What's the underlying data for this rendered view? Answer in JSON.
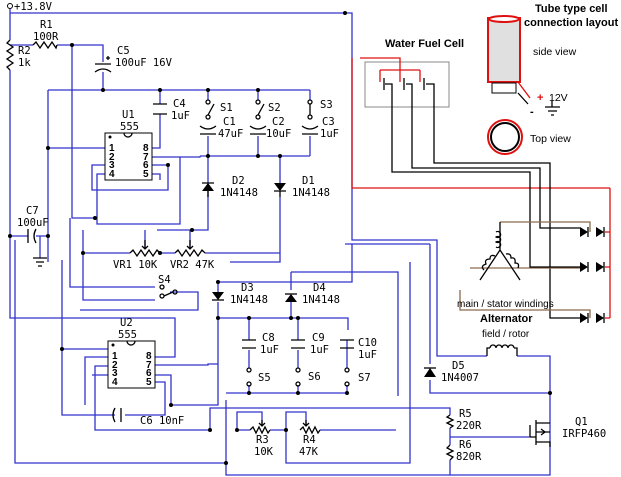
{
  "supply": "+13.8V",
  "components": {
    "R1": {
      "ref": "R1",
      "value": "100R"
    },
    "R2": {
      "ref": "R2",
      "value": "1k"
    },
    "C5": {
      "ref": "C5",
      "value": "100uF 16V"
    },
    "C4": {
      "ref": "C4",
      "value": "1uF"
    },
    "U1": {
      "ref": "U1",
      "value": "555"
    },
    "S1": {
      "ref": "S1"
    },
    "S2": {
      "ref": "S2"
    },
    "S3": {
      "ref": "S3"
    },
    "C1": {
      "ref": "C1",
      "value": "47uF"
    },
    "C2": {
      "ref": "C2",
      "value": "10uF"
    },
    "C3": {
      "ref": "C3",
      "value": "1uF"
    },
    "D1": {
      "ref": "D1",
      "value": "1N4148"
    },
    "D2": {
      "ref": "D2",
      "value": "1N4148"
    },
    "C7": {
      "ref": "C7",
      "value": "100uF"
    },
    "VR1": {
      "label": "VR1 10K"
    },
    "VR2": {
      "label": "VR2 47K"
    },
    "S4": {
      "ref": "S4"
    },
    "D3": {
      "ref": "D3",
      "value": "1N4148"
    },
    "D4": {
      "ref": "D4",
      "value": "1N4148"
    },
    "U2": {
      "ref": "U2",
      "value": "555"
    },
    "C8": {
      "ref": "C8",
      "value": "1uF"
    },
    "C9": {
      "ref": "C9",
      "value": "1uF"
    },
    "C10": {
      "ref": "C10",
      "value": "1uF"
    },
    "S5": {
      "ref": "S5"
    },
    "S6": {
      "ref": "S6"
    },
    "S7": {
      "ref": "S7"
    },
    "C6": {
      "label": "C6  10nF"
    },
    "R3": {
      "ref": "R3",
      "value": "10K"
    },
    "R4": {
      "ref": "R4",
      "value": "47K"
    },
    "R5": {
      "ref": "R5",
      "value": "220R"
    },
    "R6": {
      "ref": "R6",
      "value": "820R"
    },
    "D5": {
      "ref": "D5",
      "value": "1N4007"
    },
    "Q1": {
      "ref": "Q1",
      "value": "IRFP460"
    }
  },
  "pins": {
    "left": [
      "1",
      "2",
      "3",
      "4"
    ],
    "right": [
      "8",
      "7",
      "6",
      "5"
    ]
  },
  "fuel_cell": {
    "title": "Water Fuel Cell"
  },
  "tube": {
    "title_1": "Tube type cell",
    "title_2": "connection layout",
    "side_view": "side view",
    "top_view": "Top view",
    "plus": "+",
    "voltage": "12V",
    "minus": "-"
  },
  "alternator": {
    "windings": "main / stator windings",
    "title": "Alternator",
    "field": "field / rotor"
  },
  "colors": {
    "wire": "#3333cc",
    "positive": "#e01010",
    "cell_wire": "#000000",
    "stator": "#8a6a4a"
  }
}
